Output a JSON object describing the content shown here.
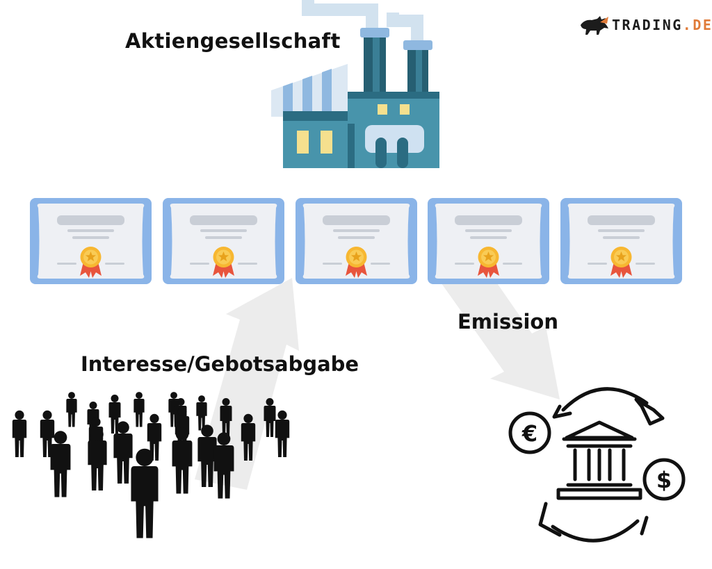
{
  "labels": {
    "company": "Aktiengesellschaft",
    "emission": "Emission",
    "interest": "Interesse/Gebotsabgabe"
  },
  "logo": {
    "text_main": "TRADING",
    "text_suffix": ".DE",
    "icon": "bull-icon"
  },
  "icons": {
    "factory": "factory-icon",
    "certificate": "share-certificate-icon",
    "crowd": "investors-crowd-icon",
    "bank": "bank-exchange-icon",
    "euro": "euro-icon",
    "dollar": "dollar-icon"
  },
  "certificates": [
    {
      "name": "share-certificate-1"
    },
    {
      "name": "share-certificate-2"
    },
    {
      "name": "share-certificate-3"
    },
    {
      "name": "share-certificate-4"
    },
    {
      "name": "share-certificate-5"
    }
  ],
  "colors": {
    "factory_dark": "#2b6c82",
    "factory_mid": "#4894ab",
    "factory_light_blue": "#8fb8e0",
    "window_yellow": "#f5e08e",
    "certificate_border": "#8ab4e8",
    "certificate_paper": "#eef0f4",
    "medal_gold": "#f7b731",
    "ribbon_red": "#e8553d",
    "arrow_grey": "#ececec",
    "logo_accent": "#e07b39"
  }
}
